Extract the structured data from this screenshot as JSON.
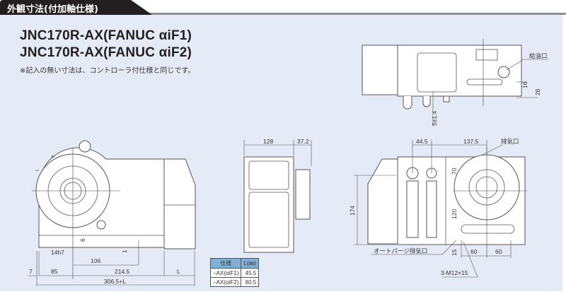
{
  "header": {
    "section_title": "外観寸法(付加軸仕様)"
  },
  "titles": [
    "JNC170R-AX(FANUC αiF1)",
    "JNC170R-AX(FANUC αiF2)"
  ],
  "note": "※記入の無い寸法は、コントローラ付仕様と同じです。",
  "top_view": {
    "oil_inlet": "給油口",
    "dim_16": "16",
    "dim_26": "26",
    "dim_5": "5±1.4"
  },
  "front_view": {
    "dim_14h7": "14h7",
    "dim_6": "6",
    "dim_1": "1",
    "dim_106": "106",
    "dim_7": "7",
    "dim_85": "85",
    "dim_214_5": "214.5",
    "dim_L": "L",
    "dim_total": "306.5+L",
    "rot_plus": "+",
    "rot_minus": "−"
  },
  "side_view": {
    "dim_128": "128",
    "dim_37_2": "37.2"
  },
  "rear_view": {
    "dim_44_5": "44.5",
    "dim_137_5": "137.5",
    "exhaust": "排気口",
    "dim_70": "70",
    "dim_120": "120",
    "dim_174": "174",
    "dim_15": "15",
    "dim_60a": "60",
    "dim_60b": "60",
    "auto_purge": "オートパージ排気口",
    "tap": "3-M12×15"
  },
  "spec_table": {
    "headers": [
      "仕様",
      "L(㎜)"
    ],
    "rows": [
      [
        "−AX(αiF1)",
        "45.5"
      ],
      [
        "−AX(αiF2)",
        "80.5"
      ]
    ]
  }
}
